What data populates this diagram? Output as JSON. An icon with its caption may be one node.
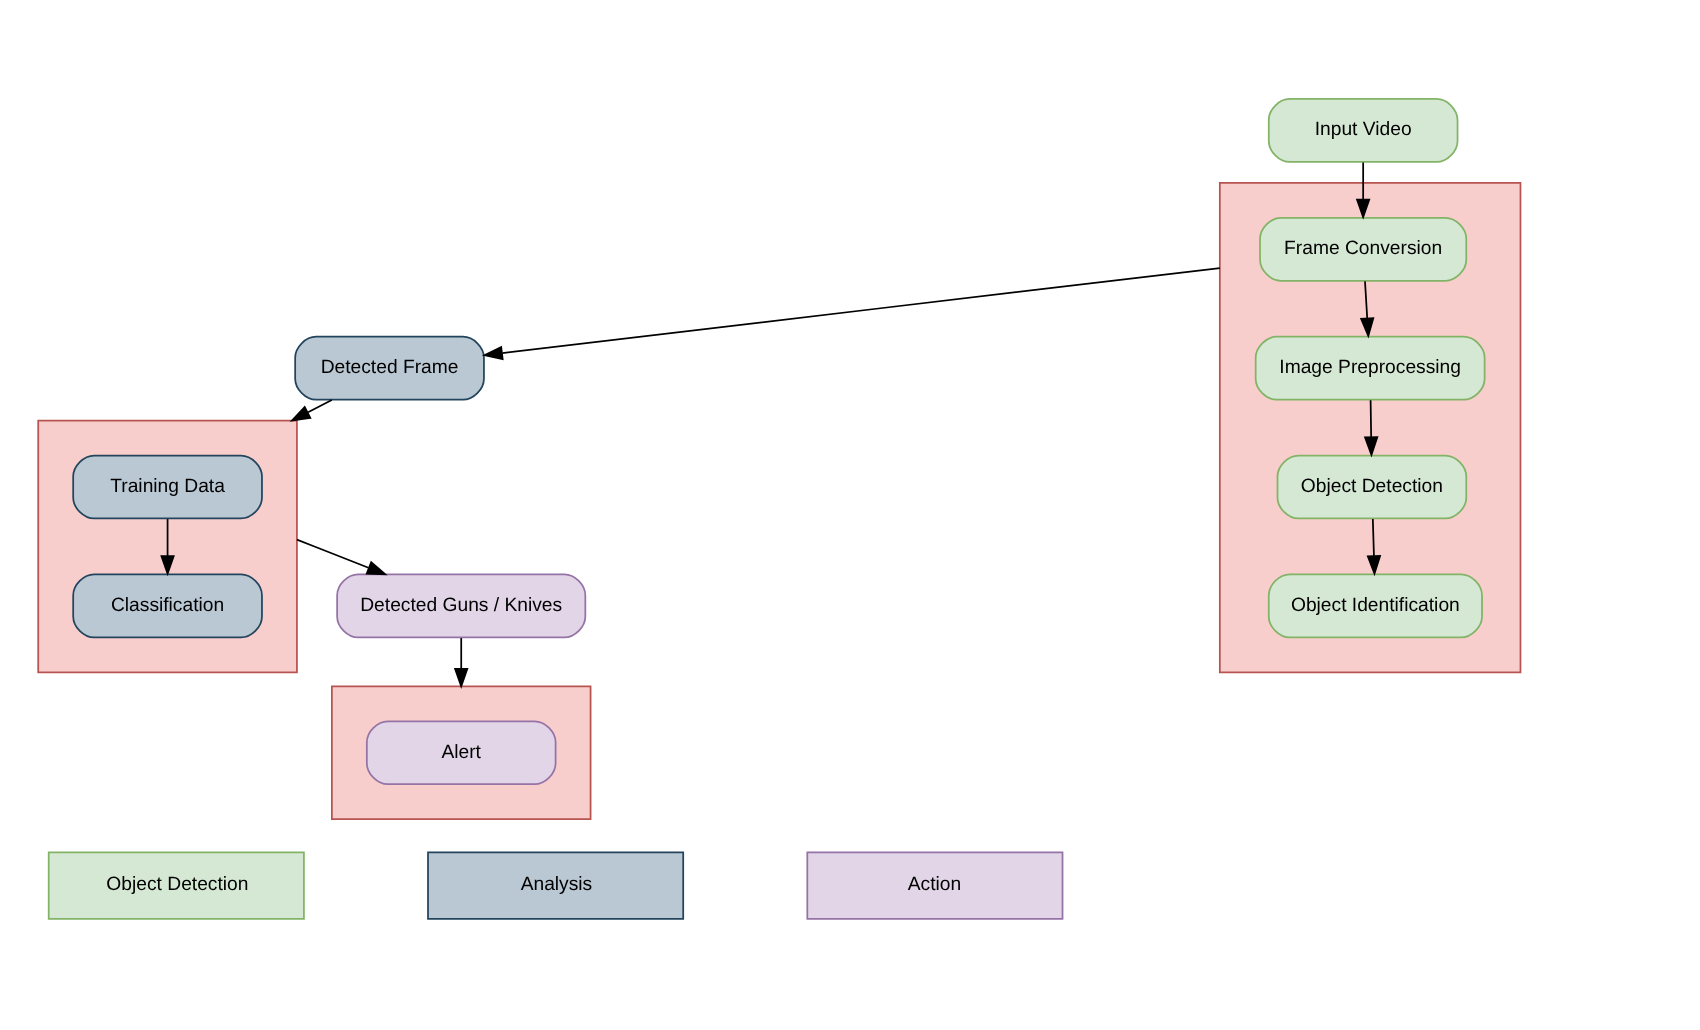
{
  "diagram": {
    "nodes": [
      {
        "text": [
          "Input Video"
        ]
      },
      {
        "text": [],
        "shape": "box"
      },
      {
        "text": [
          "Frame Conversion"
        ],
        "in": 1
      },
      {
        "text": [
          "Image Preprocessing"
        ],
        "in": 1
      },
      {
        "text": [
          "Object Detection"
        ],
        "in": 1
      },
      {
        "text": [
          "Object Identification"
        ],
        "in": 1
      },
      {
        "text": [
          "Detected Frame"
        ]
      },
      {
        "text": [],
        "shape": "box"
      },
      {
        "text": [
          "Training Data"
        ],
        "in": 7
      },
      {
        "text": [
          "Classification"
        ],
        "in": 7
      },
      {
        "text": [
          "Detected Guns / Knives"
        ]
      },
      {
        "text": [],
        "shape": "box"
      },
      {
        "text": [
          "Alert"
        ],
        "in": 11
      }
    ],
    "edges": [
      {
        "from": 0,
        "to": 2,
        "arrow": "to"
      },
      {
        "from": 2,
        "to": 3,
        "arrow": "to"
      },
      {
        "from": 3,
        "to": 4,
        "arrow": "to"
      },
      {
        "from": 4,
        "to": 5,
        "arrow": "to"
      },
      {
        "from": 1,
        "to": 6,
        "arrow": "to"
      },
      {
        "from": 6,
        "to": 7,
        "arrow": "to"
      },
      {
        "from": 8,
        "to": 9,
        "arrow": "to"
      },
      {
        "from": 7,
        "to": 10,
        "arrow": "to"
      },
      {
        "from": 10,
        "to": 11,
        "arrow": "to"
      }
    ],
    "legend": [
      {
        "text": "Object Detection",
        "color": "#d5e8d4"
      },
      {
        "text": "Analysis",
        "color": "#bac8d3"
      },
      {
        "text": "Action",
        "color": "#e1d5e7"
      }
    ]
  }
}
